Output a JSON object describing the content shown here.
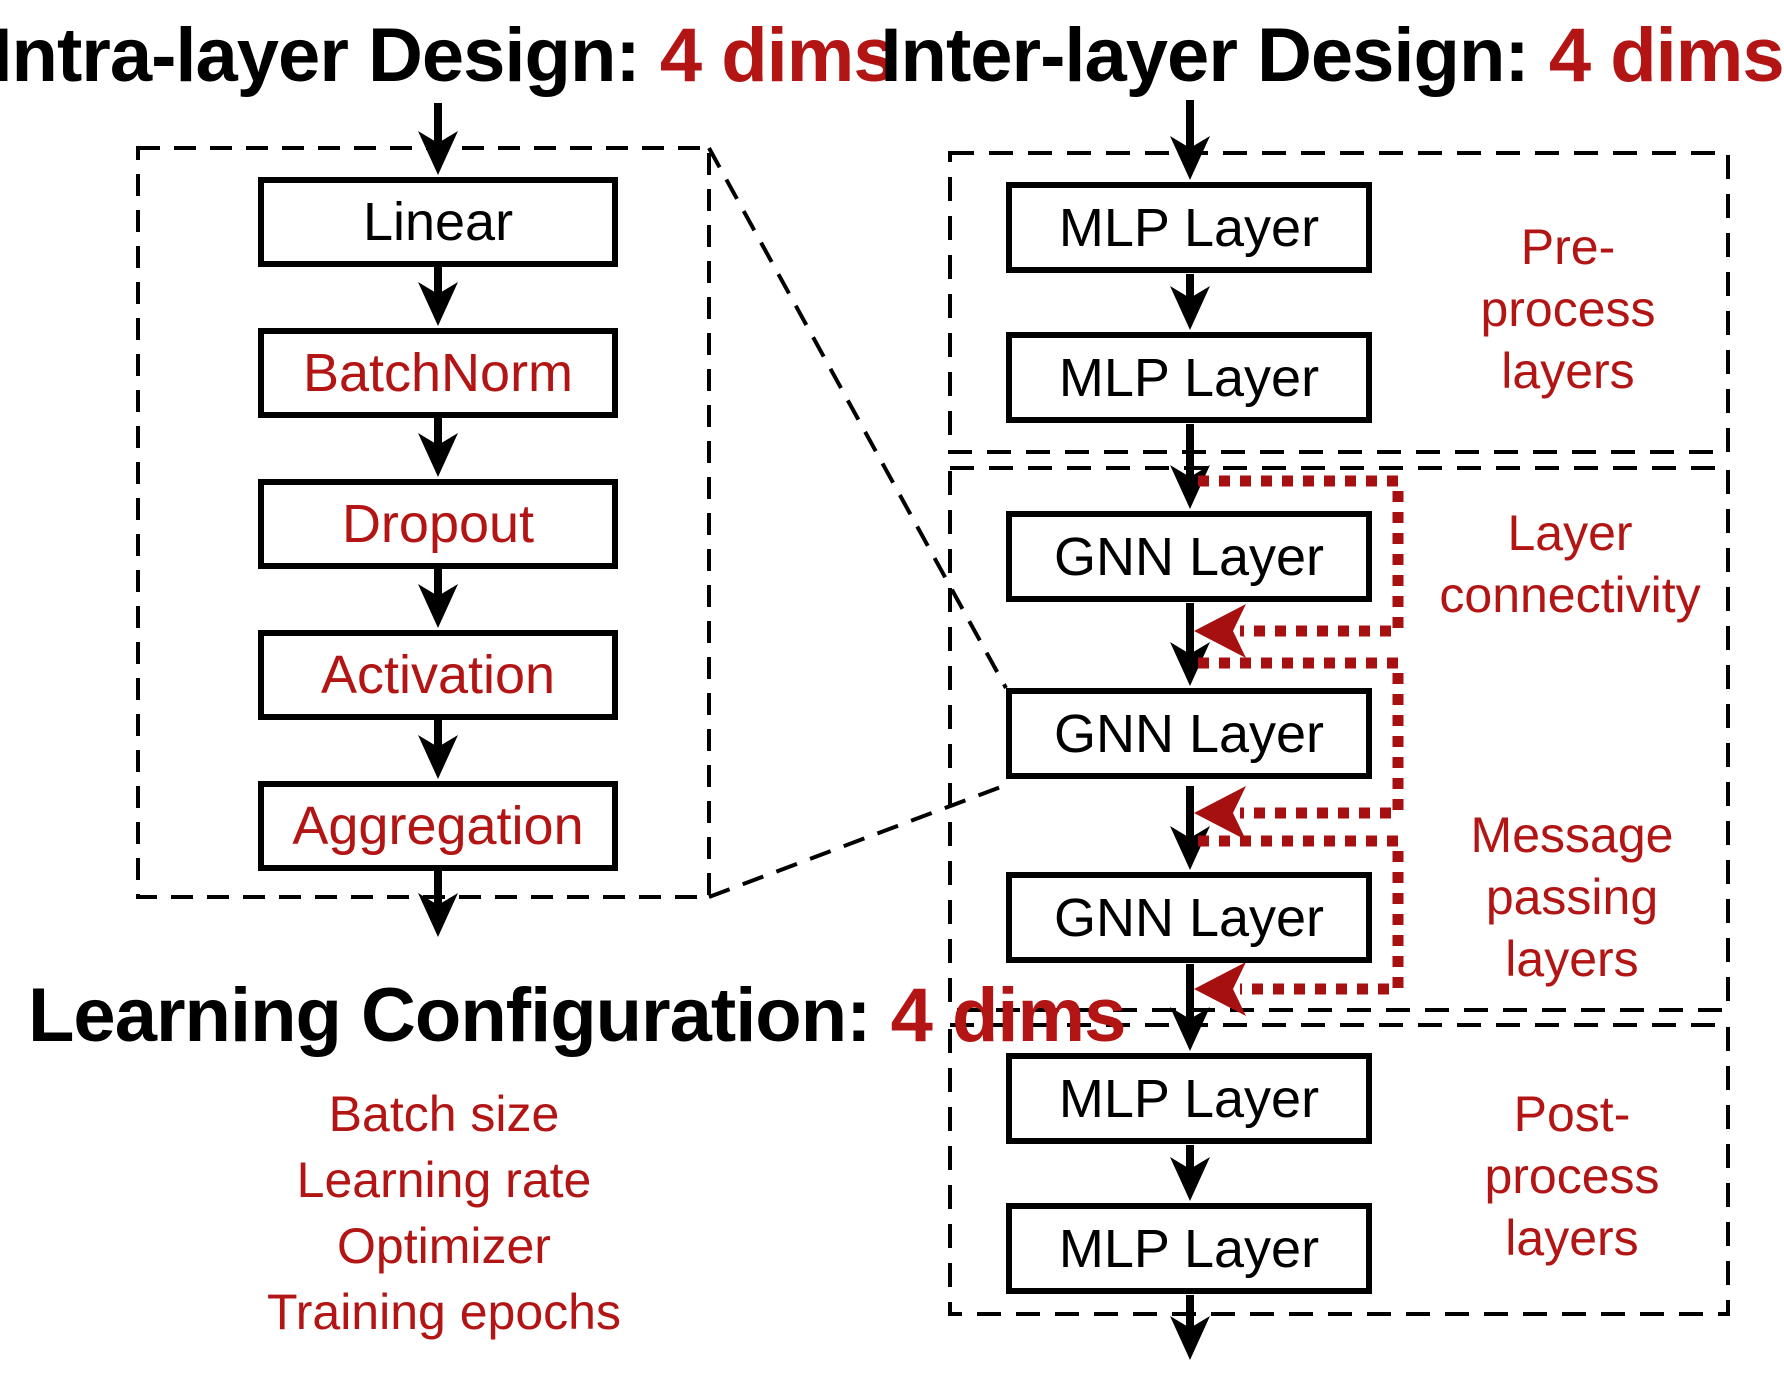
{
  "colors": {
    "red_text": "#b31414",
    "red_dotted": "#a61010",
    "black": "#000000",
    "background": "#ffffff"
  },
  "intra": {
    "title_black": "Intra-layer Design: ",
    "title_red": "4 dims",
    "nodes": [
      {
        "label": "Linear",
        "color": "black"
      },
      {
        "label": "BatchNorm",
        "color": "red"
      },
      {
        "label": "Dropout",
        "color": "red"
      },
      {
        "label": "Activation",
        "color": "red"
      },
      {
        "label": "Aggregation",
        "color": "red"
      }
    ]
  },
  "learning": {
    "title_black": "Learning Configuration: ",
    "title_red": "4 dims",
    "items": [
      "Batch size",
      "Learning rate",
      "Optimizer",
      "Training epochs"
    ]
  },
  "inter": {
    "title_black": "Inter-layer Design: ",
    "title_red": "4 dims",
    "pre": {
      "boxes": [
        "MLP Layer",
        "MLP Layer"
      ],
      "label_lines": [
        "Pre-",
        "process",
        "layers"
      ]
    },
    "message": {
      "boxes": [
        "GNN Layer",
        "GNN Layer",
        "GNN Layer"
      ],
      "connectivity_label_lines": [
        "Layer",
        "connectivity"
      ],
      "label_lines": [
        "Message",
        "passing",
        "layers"
      ]
    },
    "post": {
      "boxes": [
        "MLP Layer",
        "MLP Layer"
      ],
      "label_lines": [
        "Post-",
        "process",
        "layers"
      ]
    }
  }
}
